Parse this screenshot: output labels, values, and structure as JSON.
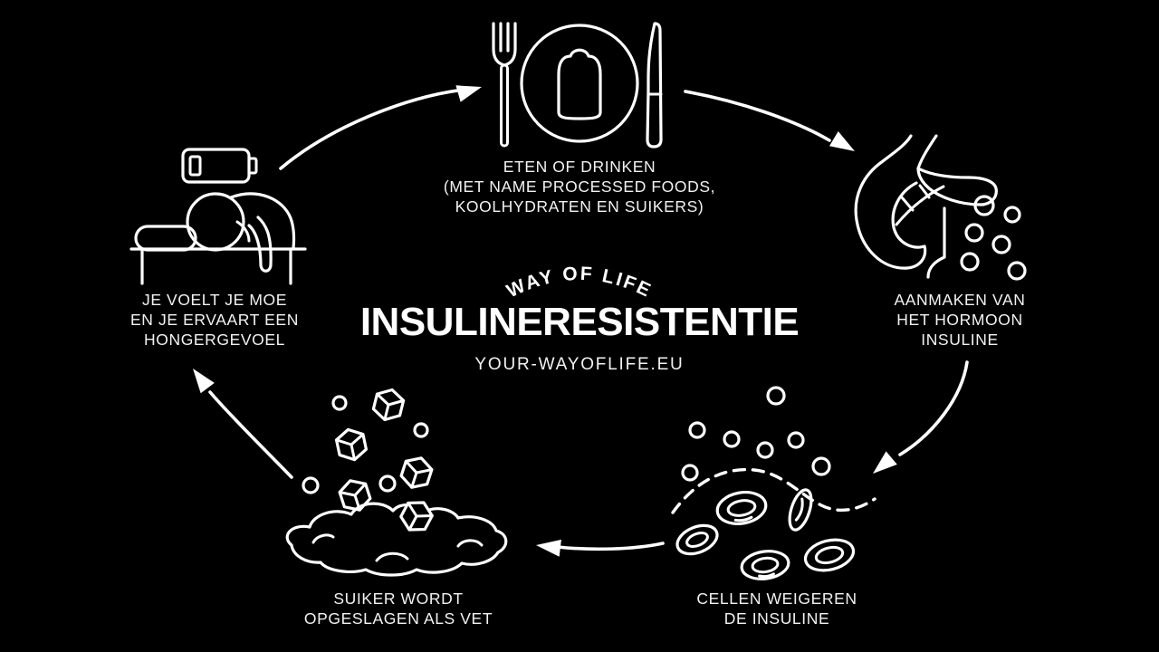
{
  "colors": {
    "background": "#000000",
    "line_art": "#ffffff",
    "text": "#f2f2f2"
  },
  "center": {
    "arc_text": "WAY OF LIFE",
    "title": "INSULINERESISTENTIE",
    "website": "YOUR-WAYOFLIFE.EU"
  },
  "nodes": {
    "eat": {
      "icon": "plate-fork-knife-icon",
      "lines": [
        "ETEN OF DRINKEN",
        "(MET NAME PROCESSED FOODS,",
        "KOOLHYDRATEN EN SUIKERS)"
      ]
    },
    "insulin_production": {
      "icon": "pancreas-insulin-icon",
      "lines": [
        "AANMAKEN VAN",
        "HET HORMOON",
        "INSULINE"
      ]
    },
    "cells_reject": {
      "icon": "cells-reject-insulin-icon",
      "lines": [
        "CELLEN WEIGEREN",
        "DE INSULINE"
      ]
    },
    "sugar_stored": {
      "icon": "sugar-stored-as-fat-icon",
      "lines": [
        "SUIKER WORDT",
        "OPGESLAGEN ALS VET"
      ]
    },
    "tired_hungry": {
      "icon": "tired-low-battery-icon",
      "lines": [
        "JE VOELT JE MOE",
        "EN JE ERVAART EEN",
        "HONGERGEVOEL"
      ]
    }
  }
}
